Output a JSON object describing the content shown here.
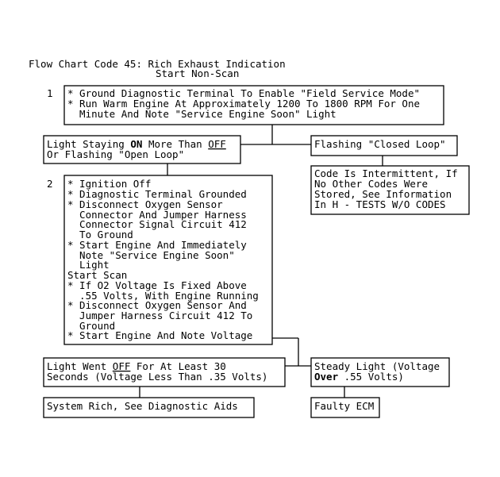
{
  "title": {
    "line1": "Flow Chart Code 45: Rich Exhaust Indication",
    "line2": "Start Non-Scan"
  },
  "step1": {
    "number": "1",
    "lines": [
      "* Ground Diagnostic Terminal To Enable \"Field Service Mode\"",
      "* Run Warm Engine At Approximately 1200 To 1800 RPM For One",
      "  Minute And Note \"Service Engine Soon\" Light"
    ]
  },
  "branch_light_on": {
    "pre": "Light Staying ",
    "bold": "ON",
    "mid": " More Than ",
    "under": "OFF",
    "line2": "Or Flashing \"Open Loop\""
  },
  "branch_closed_loop": {
    "text": "Flashing \"Closed Loop\""
  },
  "intermittent": {
    "lines": [
      "Code Is Intermittent, If",
      "No Other Codes Were",
      "Stored, See Information",
      "In H - TESTS W/O CODES"
    ]
  },
  "step2": {
    "number": "2",
    "lines": [
      "* Ignition Off",
      "* Diagnostic Terminal Grounded",
      "* Disconnect Oxygen Sensor",
      "  Connector And Jumper Harness",
      "  Connector Signal Circuit 412",
      "  To Ground",
      "* Start Engine And Immediately",
      "  Note \"Service Engine Soon\"",
      "  Light",
      "Start Scan",
      "* If O2 Voltage Is Fixed Above",
      "  .55 Volts, With Engine Running",
      "* Disconnect Oxygen Sensor And",
      "  Jumper Harness Circuit 412 To",
      "  Ground",
      "* Start Engine And Note Voltage"
    ]
  },
  "branch_light_off": {
    "pre": "Light Went ",
    "under": "OFF",
    "post": " For At Least 30",
    "line2": "Seconds (Voltage Less Than .35 Volts)"
  },
  "branch_steady": {
    "line1": "Steady Light (Voltage",
    "bold": "Over",
    "post": " .55 Volts)"
  },
  "result_rich": {
    "text": "System Rich, See Diagnostic Aids"
  },
  "result_ecm": {
    "text": "Faulty ECM"
  }
}
